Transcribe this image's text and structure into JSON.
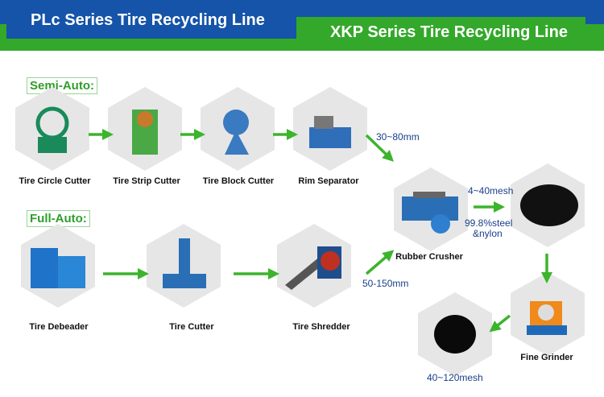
{
  "header": {
    "left_title": "PLc Series Tire Recycling Line",
    "right_title": "XKP Series Tire Recycling Line"
  },
  "modes": {
    "semi": "Semi-Auto:",
    "full": "Full-Auto:"
  },
  "machines": {
    "circle_cutter": "Tire Circle Cutter",
    "strip_cutter": "Tire Strip Cutter",
    "block_cutter": "Tire Block Cutter",
    "rim_separator": "Rim Separator",
    "debeader": "Tire Debeader",
    "tire_cutter": "Tire Cutter",
    "shredder": "Tire Shredder",
    "rubber_crusher": "Rubber Crusher",
    "fine_grinder": "Fine Grinder"
  },
  "notes": {
    "size_semi": "30~80mm",
    "size_full": "50-150mm",
    "mesh1": "4~40mesh",
    "steel1": "99.8%steel",
    "steel2": "&nylon",
    "mesh2": "40~120mesh"
  },
  "colors": {
    "blue": "#1554a8",
    "green": "#33a82a",
    "arrow": "#3cb42c"
  }
}
